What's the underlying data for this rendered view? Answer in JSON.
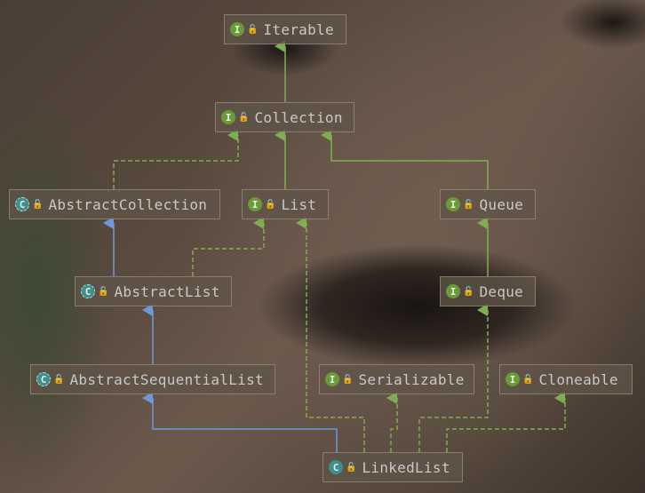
{
  "nodes": {
    "iterable": {
      "name": "Iterable",
      "kind_glyph": "I",
      "kind": "interface"
    },
    "collection": {
      "name": "Collection",
      "kind_glyph": "I",
      "kind": "interface"
    },
    "abstract_collection": {
      "name": "AbstractCollection",
      "kind_glyph": "C",
      "kind": "abstract-class"
    },
    "list": {
      "name": "List",
      "kind_glyph": "I",
      "kind": "interface"
    },
    "queue": {
      "name": "Queue",
      "kind_glyph": "I",
      "kind": "interface"
    },
    "abstract_list": {
      "name": "AbstractList",
      "kind_glyph": "C",
      "kind": "abstract-class"
    },
    "deque": {
      "name": "Deque",
      "kind_glyph": "I",
      "kind": "interface"
    },
    "abstract_sequential_list": {
      "name": "AbstractSequentialList",
      "kind_glyph": "C",
      "kind": "abstract-class"
    },
    "serializable": {
      "name": "Serializable",
      "kind_glyph": "I",
      "kind": "interface"
    },
    "cloneable": {
      "name": "Cloneable",
      "kind_glyph": "I",
      "kind": "interface"
    },
    "linked_list": {
      "name": "LinkedList",
      "kind_glyph": "C",
      "kind": "class"
    }
  },
  "icons": {
    "visibility": "public-lock-icon"
  },
  "colors": {
    "extends_interface": "#7fae52",
    "implements": "#7fae52",
    "extends_class": "#6f98d8",
    "interface_badge": "#6a9a3a",
    "class_badge": "#3f8f8f"
  },
  "edges": [
    {
      "from": "collection",
      "to": "iterable",
      "type": "extends"
    },
    {
      "from": "abstract_collection",
      "to": "collection",
      "type": "implements"
    },
    {
      "from": "list",
      "to": "collection",
      "type": "extends"
    },
    {
      "from": "queue",
      "to": "collection",
      "type": "extends"
    },
    {
      "from": "abstract_list",
      "to": "abstract_collection",
      "type": "class-extends"
    },
    {
      "from": "abstract_list",
      "to": "list",
      "type": "implements"
    },
    {
      "from": "deque",
      "to": "queue",
      "type": "extends"
    },
    {
      "from": "abstract_sequential_list",
      "to": "abstract_list",
      "type": "class-extends"
    },
    {
      "from": "linked_list",
      "to": "abstract_sequential_list",
      "type": "class-extends"
    },
    {
      "from": "linked_list",
      "to": "list",
      "type": "implements"
    },
    {
      "from": "linked_list",
      "to": "serializable",
      "type": "implements"
    },
    {
      "from": "linked_list",
      "to": "deque",
      "type": "implements"
    },
    {
      "from": "linked_list",
      "to": "cloneable",
      "type": "implements"
    }
  ]
}
